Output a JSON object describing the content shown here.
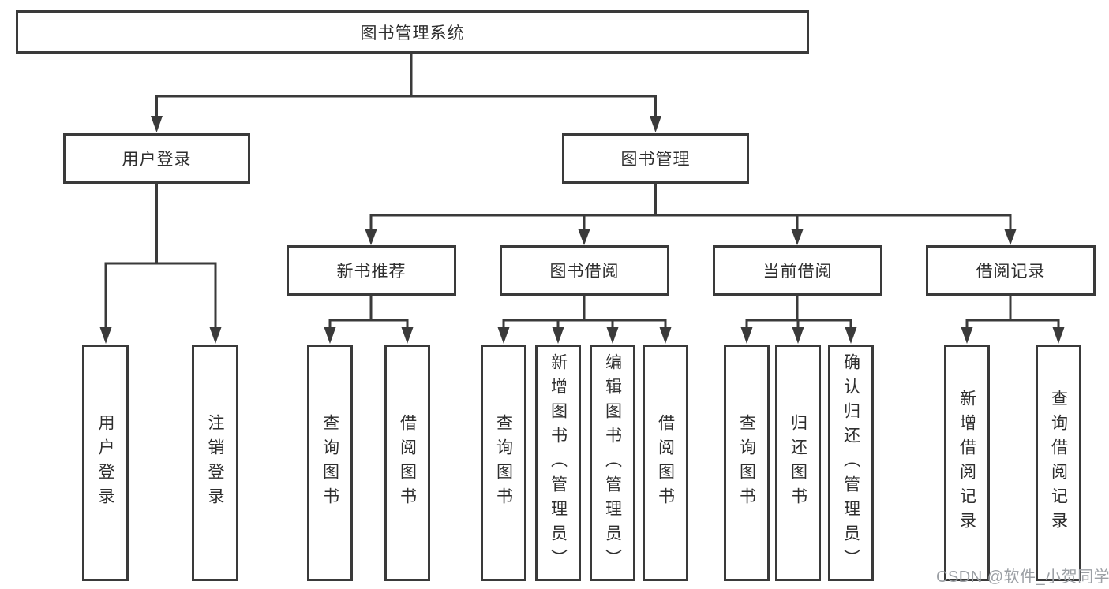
{
  "nodes": {
    "root": "图书管理系统",
    "user_login": "用户登录",
    "book_mgmt": "图书管理",
    "new_book_rec": "新书推荐",
    "book_borrow": "图书借阅",
    "current_borrow": "当前借阅",
    "borrow_records": "借阅记录",
    "ul_login": "用户登录",
    "ul_logout": "注销登录",
    "nr_query": "查询图书",
    "nr_borrow": "借阅图书",
    "bb_query": "查询图书",
    "bb_add": "新增图书（管理员）",
    "bb_edit": "编辑图书（管理员）",
    "bb_borrow": "借阅图书",
    "cb_query": "查询图书",
    "cb_return": "归还图书",
    "cb_confirm": "确认归还（管理员）",
    "br_add": "新增借阅记录",
    "br_query": "查询借阅记录"
  },
  "watermark": "CSDN @软件_小贺同学",
  "colors": {
    "line": "#3a3a3a",
    "text": "#2e2e2e",
    "wm": "#9ca0a5",
    "bg": "#ffffff"
  }
}
